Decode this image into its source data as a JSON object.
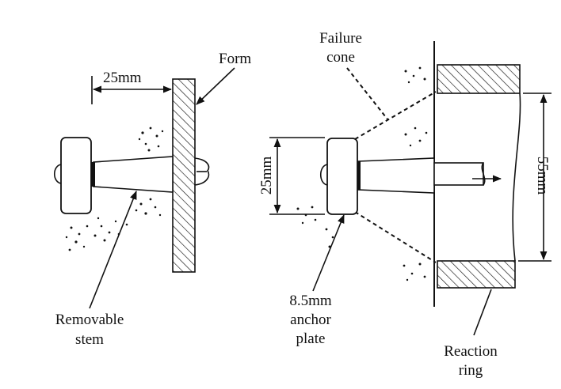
{
  "left_figure": {
    "dim_cover": "25mm",
    "form_label": "Form",
    "stem_label_line1": "Removable",
    "stem_label_line2": "stem"
  },
  "right_figure": {
    "failure_label_line1": "Failure",
    "failure_label_line2": "cone",
    "dim_plate_depth": "25mm",
    "dim_ring_opening": "55mm",
    "anchor_label_line1": "8.5mm",
    "anchor_label_line2": "anchor",
    "anchor_label_line3": "plate",
    "ring_label_line1": "Reaction",
    "ring_label_line2": "ring"
  },
  "colors": {
    "ink": "#111111",
    "background": "#ffffff"
  }
}
